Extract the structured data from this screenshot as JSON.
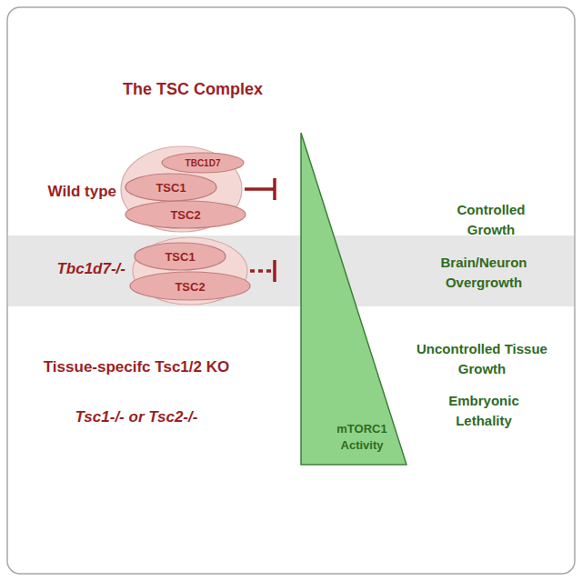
{
  "diagram": {
    "nodes": [
      {
        "text": [
          "The TSC Complex"
        ]
      },
      {
        "text": [
          "TBC1D7"
        ],
        "in": 0
      },
      {
        "text": [
          "TSC1"
        ],
        "in": 0
      },
      {
        "text": [
          "TSC2"
        ],
        "in": 0
      },
      {
        "text": [
          "Tbc1d7-/-"
        ]
      },
      {
        "text": [
          "TSC1"
        ],
        "in": 4
      },
      {
        "text": [
          "TSC2"
        ],
        "in": 4
      },
      {
        "text": [
          "mTORC1 Activity"
        ]
      }
    ],
    "edges": [
      {
        "from": 0,
        "to": 7,
        "arrow": "to"
      },
      {
        "from": 4,
        "to": 7,
        "arrow": "to"
      }
    ],
    "labels": [
      "Wild type",
      "Tissue-specifc Tsc1/2 KO",
      "Tsc1-/- or Tsc2-/-",
      "Controlled Growth",
      "Brain/Neuron Overgrowth",
      "Uncontrolled Tissue Growth",
      "Embryonic Lethality"
    ]
  }
}
